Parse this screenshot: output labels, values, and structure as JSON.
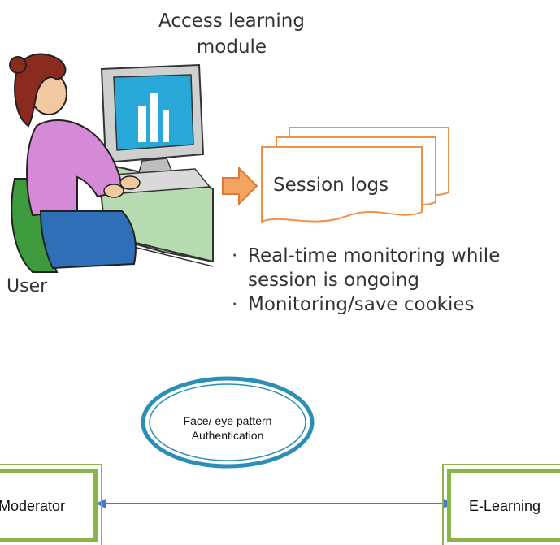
{
  "labels": {
    "access_module": "Access learning module",
    "user": "User",
    "session_logs": "Session logs"
  },
  "bullets": [
    "Real-time monitoring while",
    "session is ongoing",
    "Monitoring/save cookies"
  ],
  "auth": "Face/ eye pattern Authentication",
  "boxes": {
    "left": "Moderator",
    "right": "E-Learning"
  },
  "colors": {
    "arrow_fill": "#f4a460",
    "doc_border": "#f0914a",
    "box_border": "#8ab44a",
    "connector": "#4a7ab8",
    "ellipse_border": "#2b8fb5"
  }
}
